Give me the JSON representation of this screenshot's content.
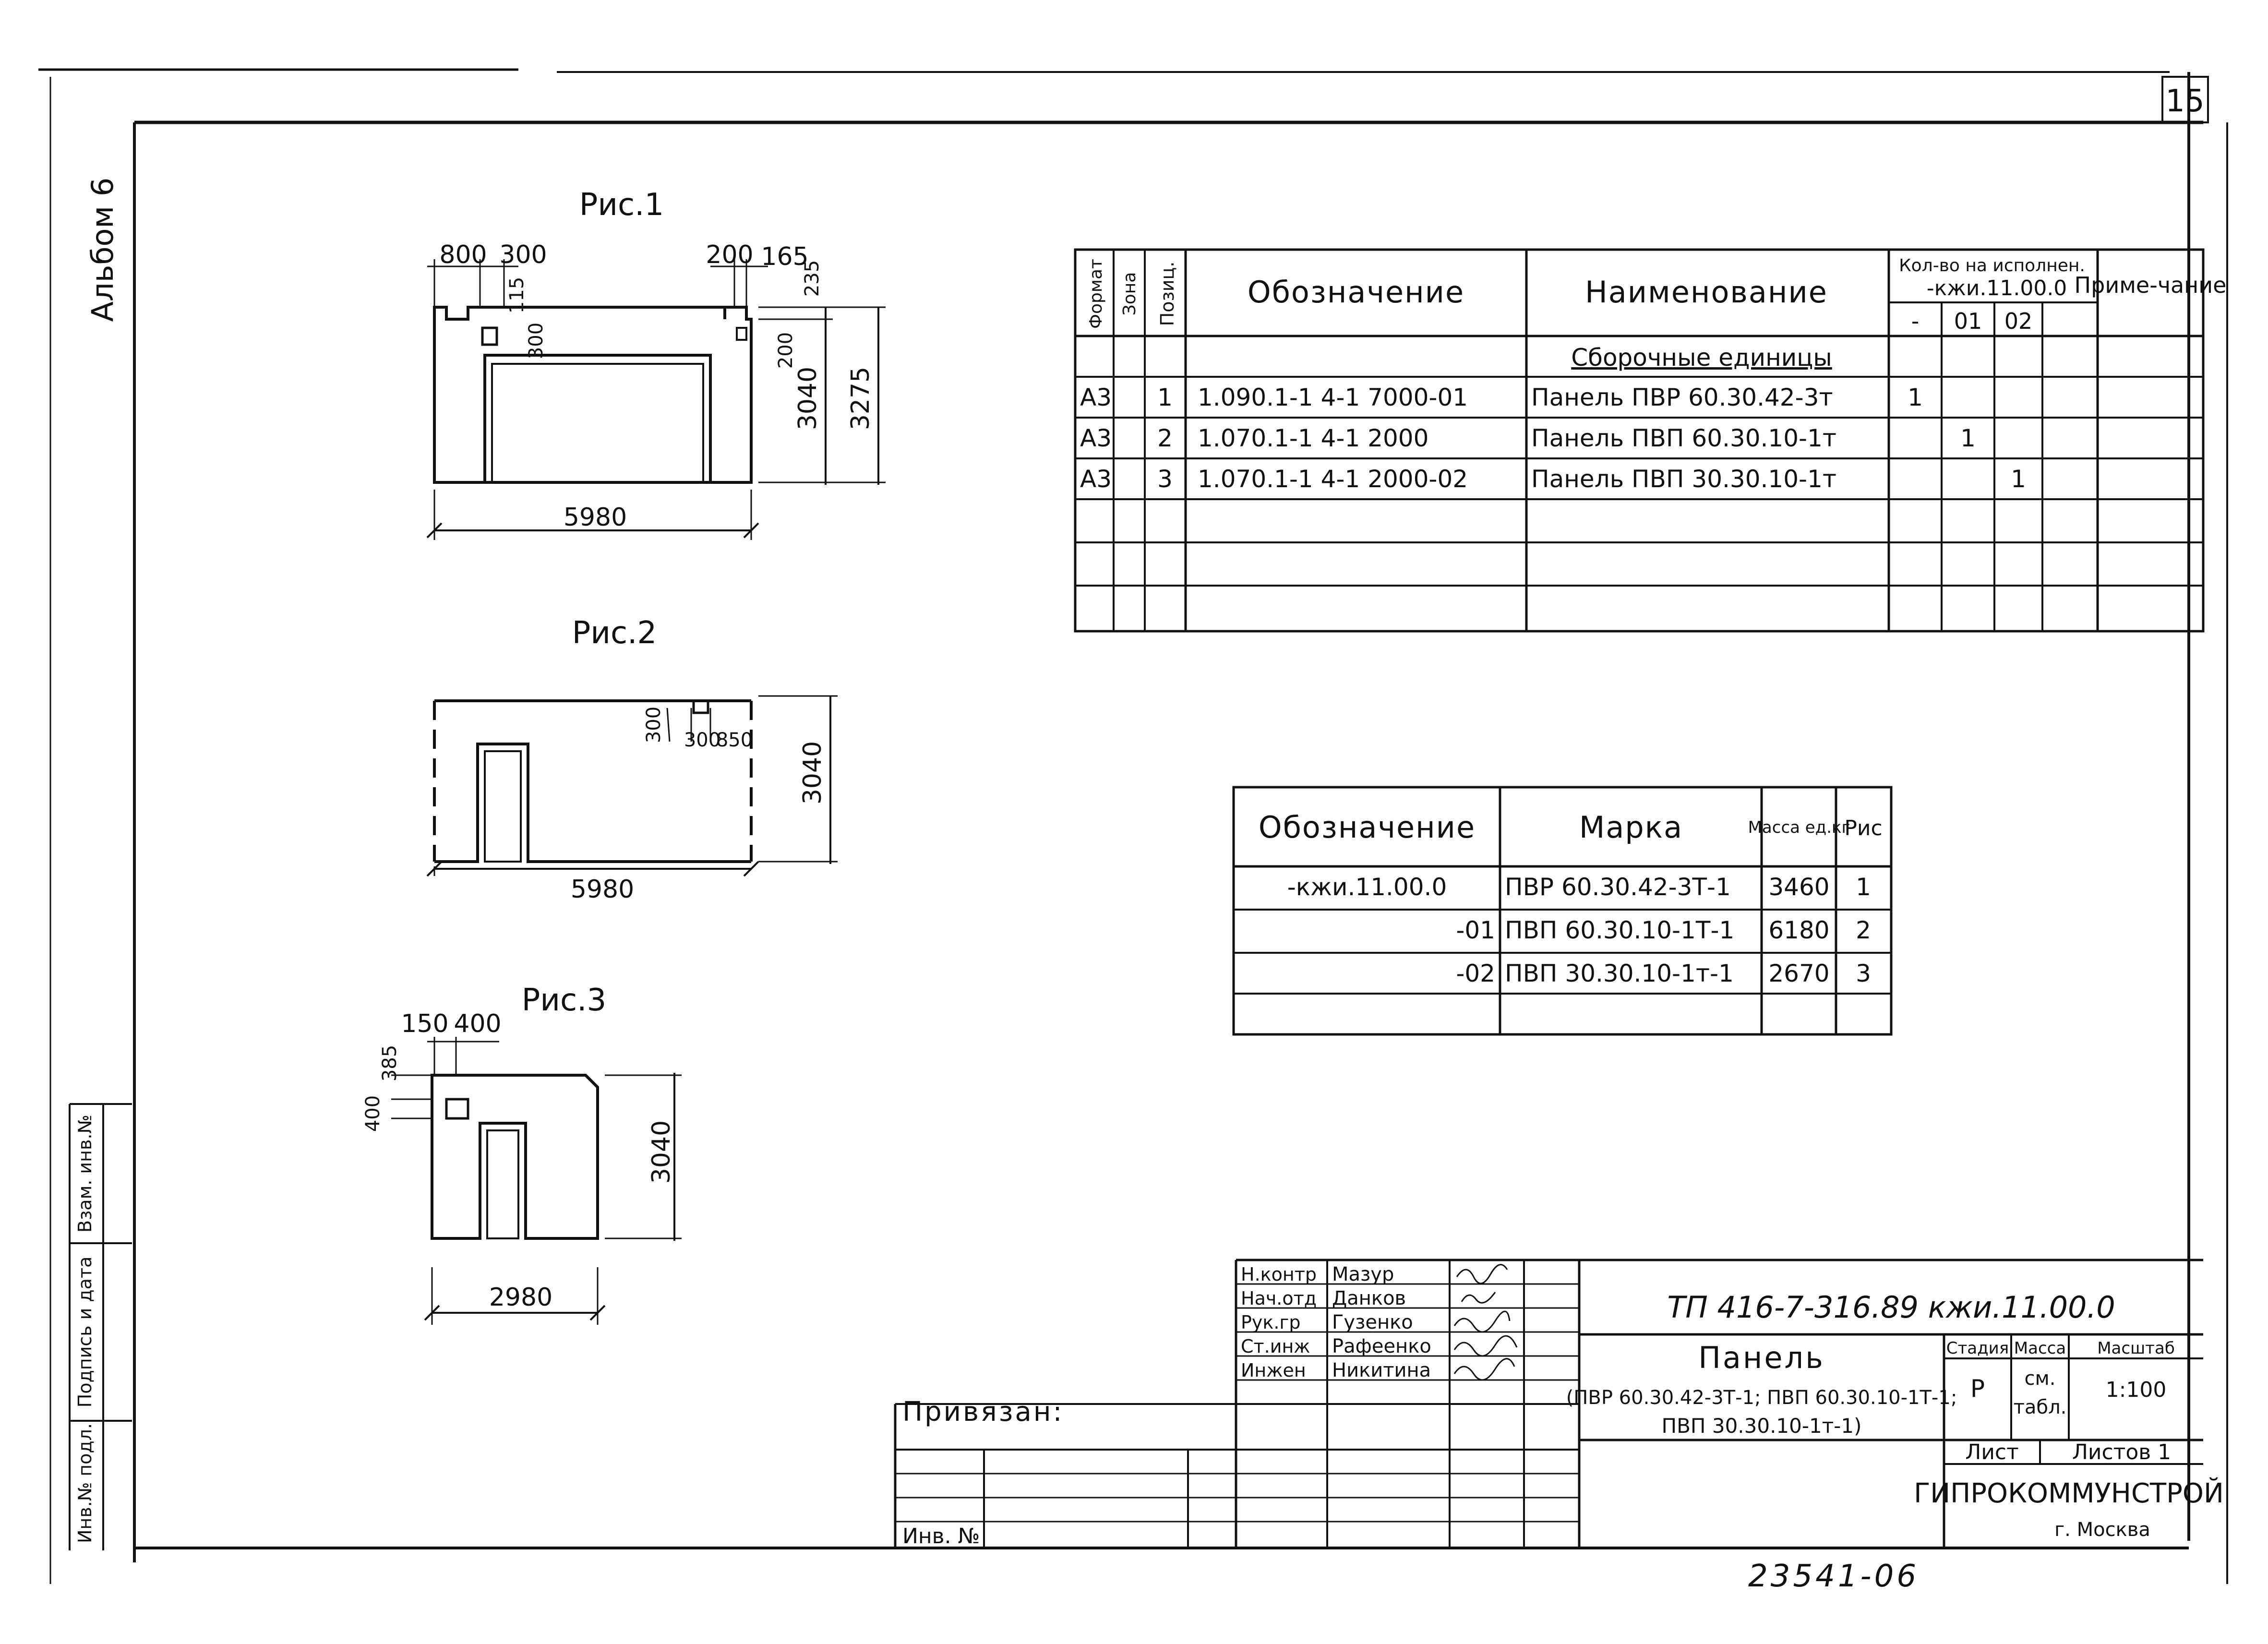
{
  "sheet": {
    "number": "15",
    "album_side": "Альбом 6",
    "stamp_number": "23541-06"
  },
  "figures": {
    "fig1": {
      "caption": "Рис.1",
      "dims": {
        "d800": "800",
        "d300": "300",
        "d115": "115",
        "d300b": "300",
        "d200": "200",
        "d165": "165",
        "d235": "235",
        "d200b": "200",
        "d3040": "3040",
        "d3275": "3275",
        "d5980": "5980"
      }
    },
    "fig2": {
      "caption": "Рис.2",
      "dims": {
        "d300": "300",
        "d300b": "300",
        "d850": "850",
        "d3040": "3040",
        "d5980": "5980"
      }
    },
    "fig3": {
      "caption": "Рис.3",
      "dims": {
        "d150": "150",
        "d400": "400",
        "d385": "385",
        "d400b": "400",
        "d3040": "3040",
        "d2980": "2980"
      }
    }
  },
  "spec_table": {
    "headers": {
      "format": "Формат",
      "zone": "Зона",
      "pos": "Позиц.",
      "designation": "Обозначение",
      "name": "Наименование",
      "qty_top": "Кол-во на исполнен.",
      "qty_code": "-кжи.11.00.0",
      "qty_cols": [
        "-",
        "01",
        "02"
      ],
      "note": "Приме-чание"
    },
    "section": "Сборочные единицы",
    "rows": [
      {
        "format": "А3",
        "pos": "1",
        "designation": "1.090.1-1  4-1 7000-01",
        "name": "Панель  ПВР 60.30.42-3т",
        "q0": "1",
        "q1": "",
        "q2": ""
      },
      {
        "format": "А3",
        "pos": "2",
        "designation": "1.070.1-1  4-1 2000",
        "name": "Панель  ПВП 60.30.10-1т",
        "q0": "",
        "q1": "1",
        "q2": ""
      },
      {
        "format": "А3",
        "pos": "3",
        "designation": "1.070.1-1  4-1 2000-02",
        "name": "Панель  ПВП 30.30.10-1т",
        "q0": "",
        "q1": "",
        "q2": "1"
      }
    ]
  },
  "mass_table": {
    "headers": {
      "designation": "Обозначение",
      "mark": "Марка",
      "mass": "Масса ед.кг",
      "fig": "Рис"
    },
    "rows": [
      {
        "designation": "-кжи.11.00.0",
        "mark": "ПВР 60.30.42-3Т-1",
        "mass": "3460",
        "fig": "1"
      },
      {
        "designation": "-01",
        "mark": "ПВП 60.30.10-1Т-1",
        "mass": "6180",
        "fig": "2"
      },
      {
        "designation": "-02",
        "mark": "ПВП 30.30.10-1т-1",
        "mass": "2670",
        "fig": "3"
      }
    ]
  },
  "title_block": {
    "code": "ТП 416-7-316.89 кжи.11.00.0",
    "title": "Панель",
    "subtitle1": "(ПВР 60.30.42-3Т-1; ПВП 60.30.10-1Т-1;",
    "subtitle2": "ПВП 30.30.10-1т-1)",
    "stage_label": "Стадия",
    "mass_label": "Масса",
    "scale_label": "Масштаб",
    "stage": "Р",
    "mass_value1": "см.",
    "mass_value2": "табл.",
    "scale": "1:100",
    "sheet_label": "Лист",
    "sheets_label": "Листов 1",
    "org": "ГИПРОКОММУНСТРОЙ",
    "city": "г. Москва",
    "bound_label": "Привязан:",
    "inv_label": "Инв. №",
    "signers": [
      {
        "role": "Н.контр",
        "name": "Мазур"
      },
      {
        "role": "Нач.отд",
        "name": "Данков"
      },
      {
        "role": "Рук.гр",
        "name": "Гузенко"
      },
      {
        "role": "Ст.инж",
        "name": "Рафеенко"
      },
      {
        "role": "Инжен",
        "name": "Никитина"
      }
    ],
    "side_labels": [
      "Инв.№ подл.",
      "Подпись и дата",
      "Взам. инв.№"
    ]
  }
}
